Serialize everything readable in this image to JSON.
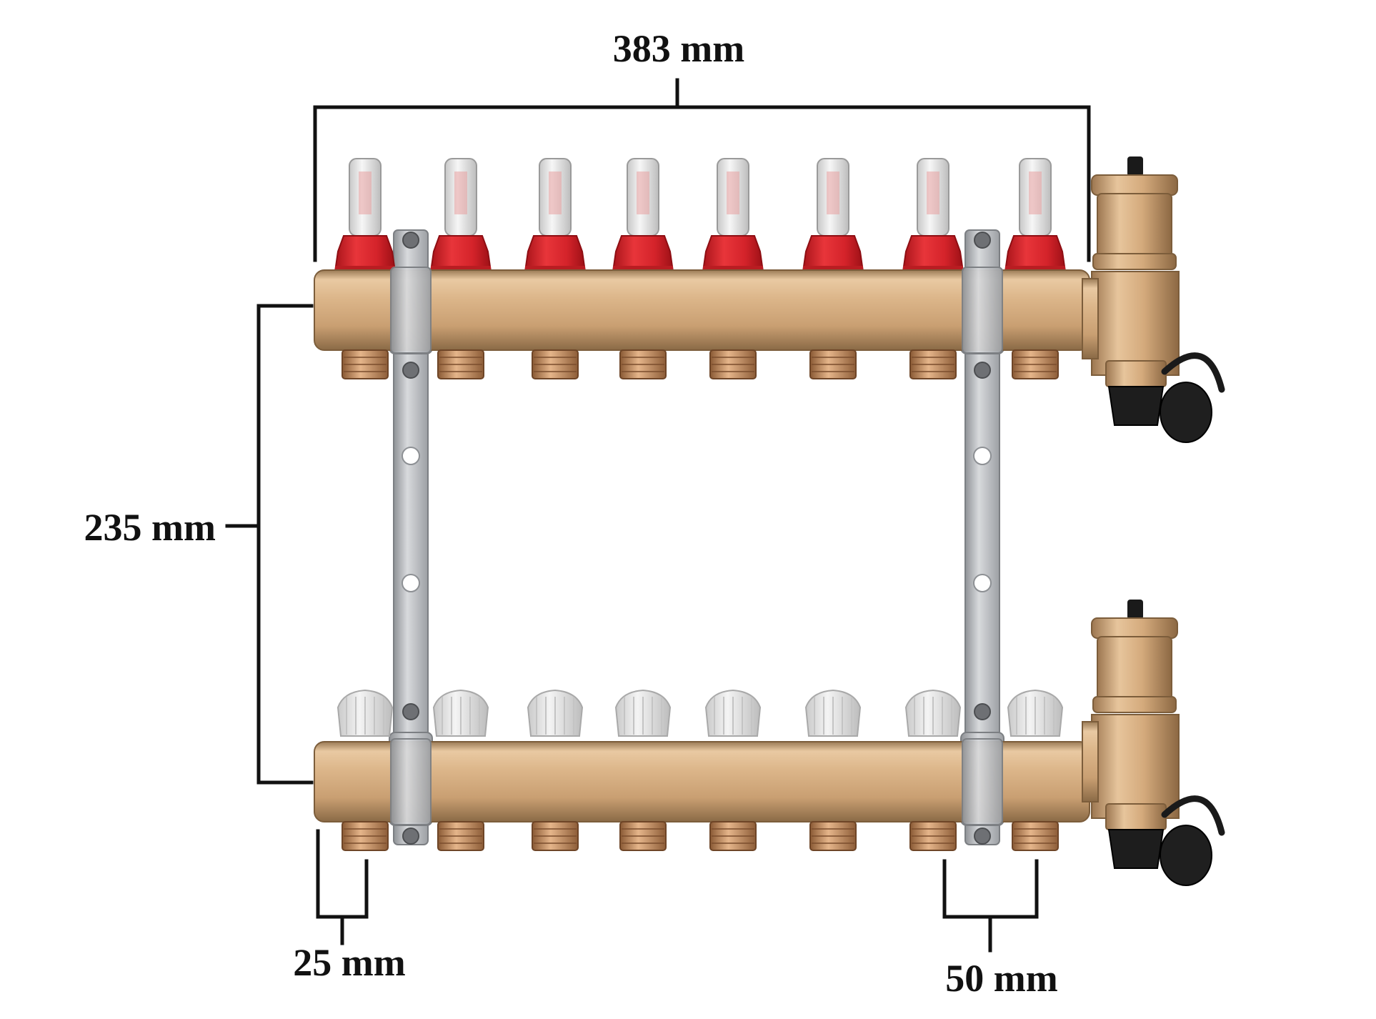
{
  "dimensions": {
    "overall_width": "383 mm",
    "height": "235 mm",
    "side_outlet": "25 mm",
    "outlet_spacing": "50 mm"
  },
  "outlet_count": 8,
  "colors": {
    "brass": "#d9b48a",
    "flowmeter_red": "#d8262b",
    "valve_cap": "#e4e4e4",
    "bracket": "#b9bcc0",
    "vent_black": "#1a1a1a",
    "dimension_line": "#111111"
  }
}
